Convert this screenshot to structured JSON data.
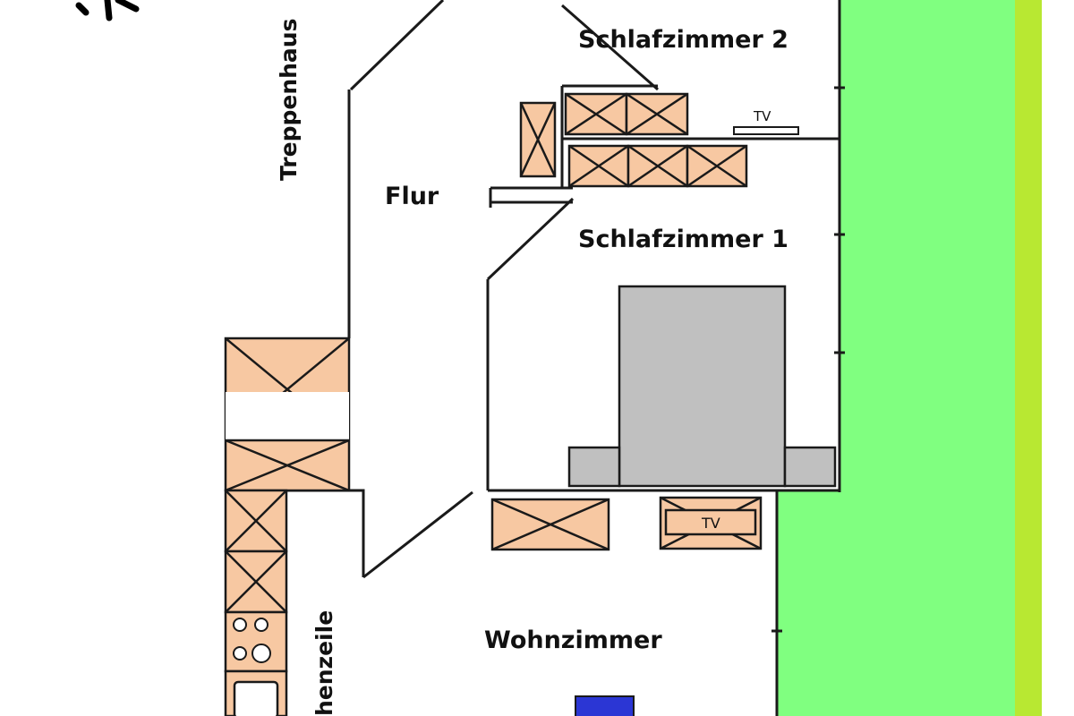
{
  "rooms": {
    "schlafzimmer2": "Schlafzimmer 2",
    "schlafzimmer1": "Schlafzimmer 1",
    "flur": "Flur",
    "treppenhaus": "Treppenhaus",
    "wohnzimmer": "Wohnzimmer",
    "kuechenzeile": "henzeile"
  },
  "furniture": {
    "tv_bedroom2": "TV",
    "tv_living": "TV"
  },
  "colors": {
    "garden_green": "#80ff80",
    "border_lime": "#b8e832",
    "cabinet_fill": "#f7c8a2",
    "bed_gray": "#c0c0c0",
    "wall": "#1a1a1a",
    "accent_blue": "#2b36d4"
  }
}
